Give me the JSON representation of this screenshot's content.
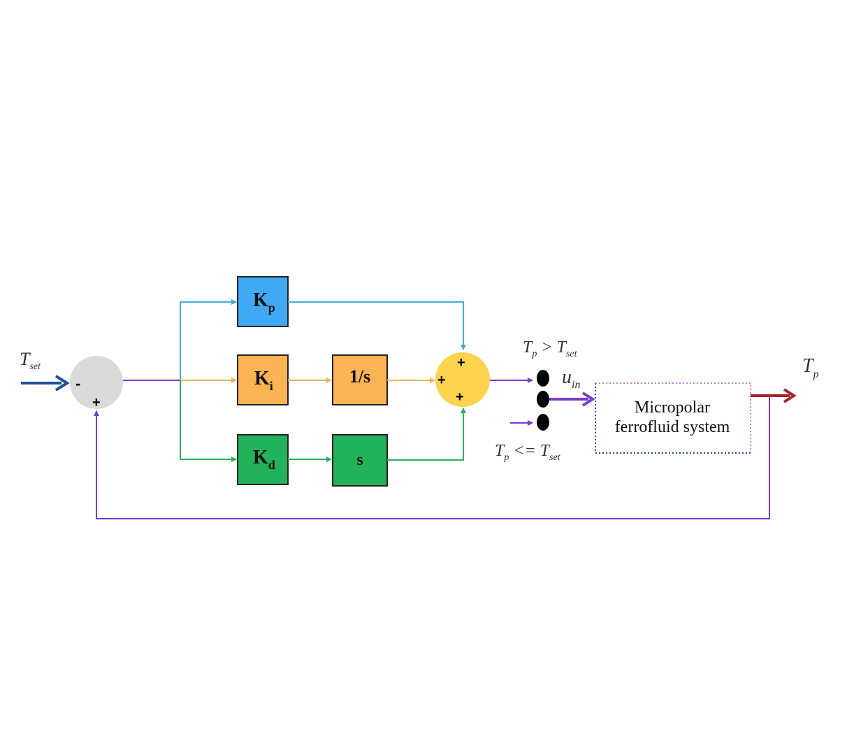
{
  "colors": {
    "input_arrow": "#1f4fa0",
    "kp_line": "#45abdf",
    "ki_line": "#f1b25a",
    "kd_line": "#2fae5c",
    "feedback_line": "#7a3ad0",
    "output_arrow": "#a4262c",
    "kp_block": "#3fa9f5",
    "ki_block": "#fbb453",
    "kd_block": "#22b259",
    "summing_junction_1": "#dadada",
    "summing_junction_2": "#fcd34d",
    "switch_contact": "#000000",
    "plant_border_left": "#1f4fa0",
    "plant_border_right": "#c878d8"
  },
  "input": {
    "symbol": "T",
    "subscript": "set"
  },
  "summing_junction_1": {
    "minus_sign": "-",
    "plus_sign": "+"
  },
  "blocks": {
    "kp": {
      "symbol": "K",
      "subscript": "p"
    },
    "ki": {
      "symbol": "K",
      "subscript": "i"
    },
    "kd": {
      "symbol": "K",
      "subscript": "d"
    },
    "integrator": {
      "label": "1/s"
    },
    "differentiator": {
      "label": "s"
    }
  },
  "summing_junction_2": {
    "top_sign": "+",
    "left_sign": "+",
    "bottom_sign": "+"
  },
  "switch": {
    "upper_condition": {
      "lhs": "T",
      "lhs_sub": "p",
      "op": " > ",
      "rhs": "T",
      "rhs_sub": "set"
    },
    "lower_condition": {
      "lhs": "T",
      "lhs_sub": "p",
      "op": " <= ",
      "rhs": "T",
      "rhs_sub": "set"
    },
    "control_signal": {
      "symbol": "u",
      "subscript": "in"
    }
  },
  "plant": {
    "line1": "Micropolar",
    "line2": "ferrofluid system"
  },
  "output": {
    "symbol": "T",
    "subscript": "p"
  }
}
